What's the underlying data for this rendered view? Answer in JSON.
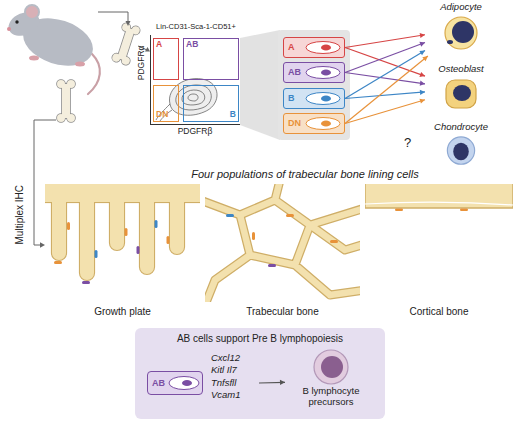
{
  "diagram": {
    "nodes": [
      {
        "text": [
          "Lin-CD31-Sca-1-CD51+"
        ]
      },
      {
        "text": [
          "A"
        ],
        "in": 0
      },
      {
        "text": [
          "AB"
        ],
        "in": 0
      },
      {
        "text": [
          "DN"
        ],
        "in": 0
      },
      {
        "text": [
          "B"
        ],
        "in": 0
      },
      {
        "text": [
          "A"
        ]
      },
      {
        "text": [
          "AB"
        ]
      },
      {
        "text": [
          "B"
        ]
      },
      {
        "text": [
          "DN"
        ]
      },
      {
        "text": [
          "Adipocyte"
        ]
      },
      {
        "text": [
          "Osteoblast"
        ]
      },
      {
        "text": [
          "Chondrocyte"
        ]
      },
      {
        "text": [
          "Growth plate"
        ]
      },
      {
        "text": [
          "Trabecular bone"
        ]
      },
      {
        "text": [
          "Cortical bone"
        ]
      },
      {
        "text": [
          "AB cells support Pre B lymphopoiesis"
        ]
      },
      {
        "text": [
          "AB",
          "Cxcl12 Kitl Il7 Tnfsfll Vcam1"
        ],
        "in": 15
      },
      {
        "text": [
          "B lymphocyte precursors"
        ],
        "in": 15
      }
    ],
    "edges": [
      {
        "from": 5,
        "to": 9,
        "arrow": "to"
      },
      {
        "from": 5,
        "to": 10,
        "arrow": "to"
      },
      {
        "from": 6,
        "to": 9,
        "arrow": "to"
      },
      {
        "from": 6,
        "to": 10,
        "arrow": "to"
      },
      {
        "from": 7,
        "to": 9,
        "arrow": "to"
      },
      {
        "from": 7,
        "to": 10,
        "arrow": "to"
      },
      {
        "from": 8,
        "to": 9,
        "arrow": "to"
      },
      {
        "from": 8,
        "to": 10,
        "arrow": "to"
      },
      {
        "from": 16,
        "to": 17,
        "arrow": "to"
      }
    ],
    "labels": [
      "PDGFRα",
      "PDGFRβ",
      "?",
      "Four populations of trabecular bone lining cells",
      "Multiplex IHC"
    ]
  }
}
